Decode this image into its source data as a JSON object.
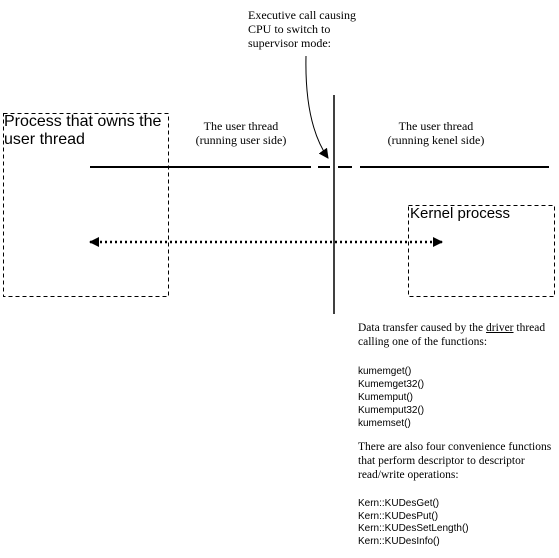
{
  "labels": {
    "exec_call": [
      "Executive call causing",
      "CPU to switch to",
      "supervisor mode:"
    ],
    "user_thread_left": [
      "The user thread",
      "(running user side)"
    ],
    "user_thread_right": [
      "The user thread",
      "(running kenel side)"
    ],
    "process": [
      "Process that owns the",
      "user thread"
    ],
    "kernel": "Kernel process"
  },
  "transfer": {
    "prefix": "Data transfer caused by the ",
    "driver": "driver",
    "suffix": " thread calling one of the functions:"
  },
  "functions": [
    "kumemget()",
    "Kumemget32()",
    "Kumemput()",
    "Kumemput32()",
    "kumemset()"
  ],
  "convenience": "There are also four convenience functions that perform descriptor to descriptor read/write operations:",
  "kern_functions": [
    "Kern::KUDesGet()",
    "Kern::KUDesPut()",
    "Kern::KUDesSetLength()",
    "Kern::KUDesInfo()"
  ]
}
